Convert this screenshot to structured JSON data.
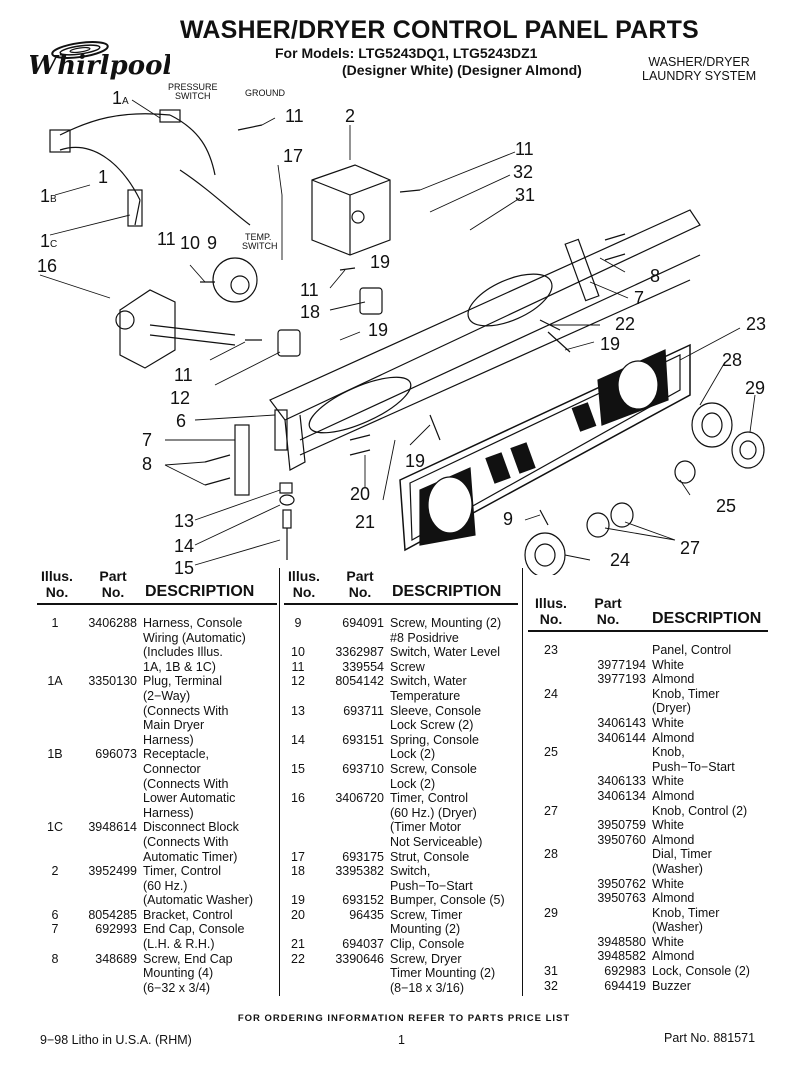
{
  "header": {
    "brand": "Whirlpool",
    "title": "WASHER/DRYER CONTROL PANEL PARTS",
    "models": "For Models: LTG5243DQ1, LTG5243DZ1",
    "colors": "(Designer White) (Designer Almond)",
    "system_line1": "WASHER/DRYER",
    "system_line2": "LAUNDRY SYSTEM"
  },
  "diagram": {
    "callouts": [
      "1A",
      "1B",
      "1C",
      "1",
      "2",
      "6",
      "7",
      "8",
      "9",
      "10",
      "11",
      "12",
      "13",
      "14",
      "15",
      "16",
      "17",
      "18",
      "19",
      "20",
      "21",
      "22",
      "23",
      "24",
      "25",
      "27",
      "28",
      "29",
      "31",
      "32"
    ],
    "notes": [
      "PRESSURE",
      "SWITCH",
      "GROUND",
      "TEMP.",
      "SWITCH"
    ]
  },
  "table": {
    "col_illus": "Illus.",
    "col_illus2": "No.",
    "col_part": "Part",
    "col_part2": "No.",
    "col_desc": "DESCRIPTION",
    "col1": [
      {
        "illus": "1",
        "part": "3406288",
        "desc": "Harness, Console\nWiring (Automatic)\n(Includes Illus.\n1A, 1B & 1C)"
      },
      {
        "illus": "1A",
        "part": "3350130",
        "desc": "Plug, Terminal\n(2−Way)\n(Connects With\nMain Dryer\nHarness)"
      },
      {
        "illus": "1B",
        "part": "696073",
        "desc": "Receptacle,\nConnector\n(Connects With\nLower Automatic\nHarness)"
      },
      {
        "illus": "1C",
        "part": "3948614",
        "desc": "Disconnect Block\n(Connects With\nAutomatic Timer)"
      },
      {
        "illus": "2",
        "part": "3952499",
        "desc": "Timer, Control\n(60 Hz.)\n(Automatic Washer)"
      },
      {
        "illus": "6",
        "part": "8054285",
        "desc": "Bracket, Control"
      },
      {
        "illus": "7",
        "part": "692993",
        "desc": "End Cap, Console\n(L.H. & R.H.)"
      },
      {
        "illus": "8",
        "part": "348689",
        "desc": "Screw, End Cap\nMounting (4)\n(6−32 x 3/4)"
      }
    ],
    "col2": [
      {
        "illus": "9",
        "part": "694091",
        "desc": "Screw, Mounting (2)\n#8 Posidrive"
      },
      {
        "illus": "10",
        "part": "3362987",
        "desc": "Switch, Water Level"
      },
      {
        "illus": "11",
        "part": "339554",
        "desc": "Screw"
      },
      {
        "illus": "12",
        "part": "8054142",
        "desc": "Switch, Water\nTemperature"
      },
      {
        "illus": "13",
        "part": "693711",
        "desc": "Sleeve, Console\nLock Screw (2)"
      },
      {
        "illus": "14",
        "part": "693151",
        "desc": "Spring, Console\nLock (2)"
      },
      {
        "illus": "15",
        "part": "693710",
        "desc": "Screw, Console\nLock (2)"
      },
      {
        "illus": "16",
        "part": "3406720",
        "desc": "Timer, Control\n(60 Hz.) (Dryer)\n(Timer Motor\nNot Serviceable)"
      },
      {
        "illus": "17",
        "part": "693175",
        "desc": "Strut, Console"
      },
      {
        "illus": "18",
        "part": "3395382",
        "desc": "Switch,\nPush−To−Start"
      },
      {
        "illus": "19",
        "part": "693152",
        "desc": "Bumper, Console (5)"
      },
      {
        "illus": "20",
        "part": "96435",
        "desc": "Screw, Timer\nMounting (2)"
      },
      {
        "illus": "21",
        "part": "694037",
        "desc": "Clip, Console"
      },
      {
        "illus": "22",
        "part": "3390646",
        "desc": "Screw, Dryer\nTimer Mounting (2)\n(8−18 x 3/16)"
      }
    ],
    "col3": [
      {
        "illus": "23",
        "part": "",
        "desc": "Panel, Control"
      },
      {
        "illus": "",
        "part": "3977194",
        "desc": "White"
      },
      {
        "illus": "",
        "part": "3977193",
        "desc": "Almond"
      },
      {
        "illus": "24",
        "part": "",
        "desc": "Knob, Timer\n(Dryer)"
      },
      {
        "illus": "",
        "part": "3406143",
        "desc": "White"
      },
      {
        "illus": "",
        "part": "3406144",
        "desc": "Almond"
      },
      {
        "illus": "25",
        "part": "",
        "desc": "Knob,\nPush−To−Start"
      },
      {
        "illus": "",
        "part": "3406133",
        "desc": "White"
      },
      {
        "illus": "",
        "part": "3406134",
        "desc": "Almond"
      },
      {
        "illus": "27",
        "part": "",
        "desc": "Knob, Control (2)"
      },
      {
        "illus": "",
        "part": "3950759",
        "desc": "White"
      },
      {
        "illus": "",
        "part": "3950760",
        "desc": "Almond"
      },
      {
        "illus": "28",
        "part": "",
        "desc": "Dial, Timer\n(Washer)"
      },
      {
        "illus": "",
        "part": "3950762",
        "desc": "White"
      },
      {
        "illus": "",
        "part": "3950763",
        "desc": "Almond"
      },
      {
        "illus": "29",
        "part": "",
        "desc": "Knob, Timer\n(Washer)"
      },
      {
        "illus": "",
        "part": "3948580",
        "desc": "White"
      },
      {
        "illus": "",
        "part": "3948582",
        "desc": "Almond"
      },
      {
        "illus": "31",
        "part": "692983",
        "desc": "Lock, Console (2)"
      },
      {
        "illus": "32",
        "part": "694419",
        "desc": "Buzzer"
      }
    ]
  },
  "footer": {
    "note": "FOR ORDERING INFORMATION REFER TO PARTS PRICE LIST",
    "litho": "9−98 Litho in U.S.A. (RHM)",
    "page": "1",
    "part_no": "Part No. 881571"
  }
}
